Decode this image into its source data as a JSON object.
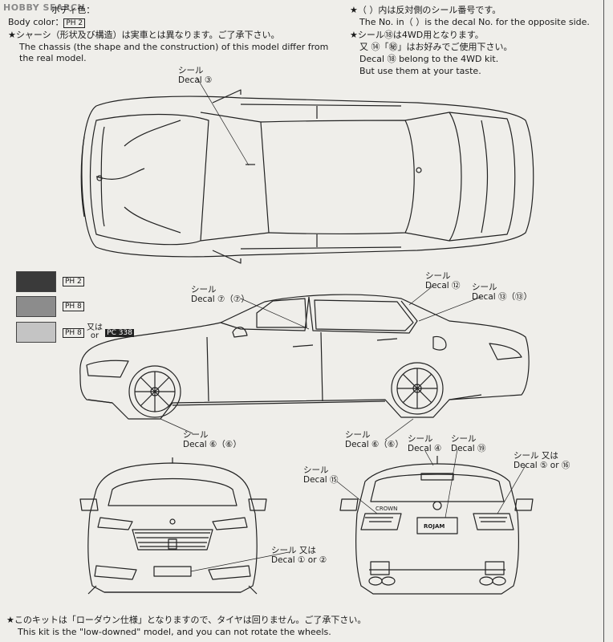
{
  "watermark": "HOBBY SEARCH",
  "header_left": {
    "line1": "ボディ色：",
    "line2": "Body color：",
    "body_color_code": "PH 2",
    "note_jp": "★シャーシ（形状及び構造）は実車とは異なります。ご了承下さい。",
    "note_en_1": "The chassis (the shape and the construction) of this model differ from",
    "note_en_2": "the real model."
  },
  "header_right": {
    "line1": "★（  ）内は反対側のシール番号です。",
    "line2": "The No. in（  ）is the decal No. for the opposite side.",
    "line3": "★シール⑱は4WD用となります。",
    "line4": "又 ⑭「㊙」はお好みでご使用下さい。",
    "line5": "Decal ⑱ belong to the 4WD kit.",
    "line6": "But use them at your taste."
  },
  "swatches": [
    {
      "code": "PH 2",
      "color": "#3a3a3a"
    },
    {
      "code": "PH 8",
      "color": "#8c8c8c"
    },
    {
      "code_a": "PH 8",
      "mid_jp": "又は",
      "mid_en": "or",
      "code_b": "PC 338",
      "color": "#c4c4c4"
    }
  ],
  "decals": {
    "top_3": {
      "jp": "シール",
      "en": "Decal ③"
    },
    "side_7": {
      "jp": "シール",
      "en": "Decal ⑦（⑦）"
    },
    "side_12": {
      "jp": "シール",
      "en": "Decal ⑫"
    },
    "side_13": {
      "jp": "シール",
      "en": "Decal ⑬（⑬）"
    },
    "side_6a": {
      "jp": "シール",
      "en": "Decal ⑥（⑥）"
    },
    "side_6b": {
      "jp": "シール",
      "en": "Decal ⑥（⑥）"
    },
    "rear_4": {
      "jp": "シール",
      "en": "Decal ④"
    },
    "rear_19": {
      "jp": "シール",
      "en": "Decal ⑲"
    },
    "rear_15": {
      "jp": "シール",
      "en": "Decal ⑮"
    },
    "rear_5": {
      "jp": "シール",
      "en": "Decal ⑤",
      "or_jp": "又は",
      "or_en": "or",
      "alt": "⑯"
    },
    "front_1": {
      "jp": "シール",
      "en": "Decal ①",
      "or_jp": "又は",
      "or_en": "or",
      "alt": "②"
    }
  },
  "badges": {
    "crown": "CROWN",
    "rojam": "ROJAM"
  },
  "footer": {
    "jp": "★このキットは「ローダウン仕様」となりますので、タイヤは回りません。ご了承下さい。",
    "en": "This kit is the \"low-downed\" model, and you can not rotate the wheels."
  }
}
